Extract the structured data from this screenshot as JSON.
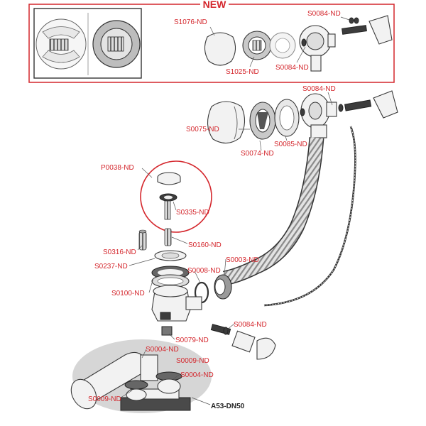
{
  "header": {
    "new_label": "NEW"
  },
  "kit_label": "A53-DN50",
  "labels": {
    "s1076": "S1076-ND",
    "s1025": "S1025-ND",
    "s0084_new_top": "S0084-ND",
    "s0084_new_bottom": "S0084-ND",
    "s0084_main": "S0084-ND",
    "s0075": "S0075-ND",
    "s0074": "S0074-ND",
    "s0085": "S0085-ND",
    "p0038": "P0038-ND",
    "s0335": "S0335-ND",
    "s0316": "S0316-ND",
    "s0160": "S0160-ND",
    "s0237": "S0237-ND",
    "s0003": "S0003-ND",
    "s0008": "S0008-ND",
    "s0100": "S0100-ND",
    "s0084_lower": "S0084-ND",
    "s0079": "S0079-ND",
    "s0004_top": "S0004-ND",
    "s0009_right": "S0009-ND",
    "s0004_right": "S0004-ND",
    "s0009_left": "S0009-ND"
  },
  "colors": {
    "accent": "#d4262c",
    "line": "#333333",
    "kit_bg": "#d6d6d6"
  }
}
